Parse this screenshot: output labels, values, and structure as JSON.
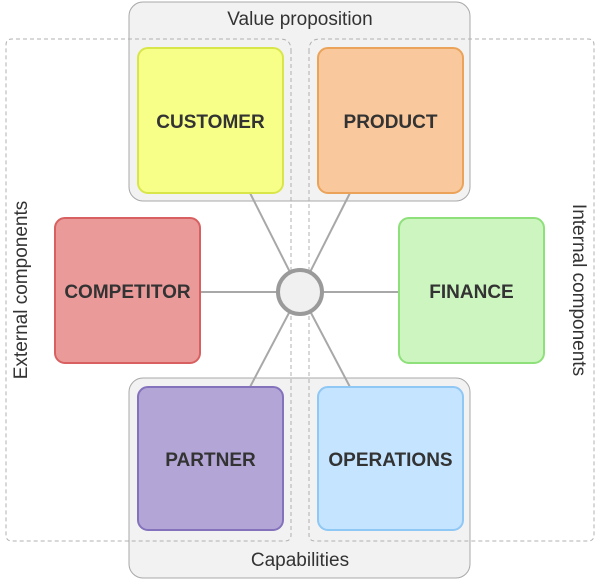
{
  "groups": {
    "value_proposition": {
      "title": "Value proposition"
    },
    "capabilities": {
      "title": "Capabilities"
    }
  },
  "sides": {
    "external": {
      "label": "External components"
    },
    "internal": {
      "label": "Internal components"
    }
  },
  "boxes": {
    "customer": {
      "label": "CUSTOMER",
      "fill": "#f7ff88",
      "stroke": "#d9e64a"
    },
    "product": {
      "label": "PRODUCT",
      "fill": "#f9c89c",
      "stroke": "#eba35a"
    },
    "competitor": {
      "label": "COMPETITOR",
      "fill": "#eb9a9a",
      "stroke": "#d96060"
    },
    "finance": {
      "label": "FINANCE",
      "fill": "#cdf5c0",
      "stroke": "#8ee07a"
    },
    "partner": {
      "label": "PARTNER",
      "fill": "#b3a6d6",
      "stroke": "#8472bd"
    },
    "operations": {
      "label": "OPERATIONS",
      "fill": "#c4e4ff",
      "stroke": "#8fc7f5"
    }
  },
  "colors": {
    "group_fill": "#f2f2f2",
    "group_stroke": "#a8a8a8",
    "dash_stroke": "#b0b0b0",
    "connector": "#a8a8a8",
    "hub_fill": "#f0f0f0",
    "hub_stroke": "#9a9a9a",
    "text": "#333333"
  }
}
